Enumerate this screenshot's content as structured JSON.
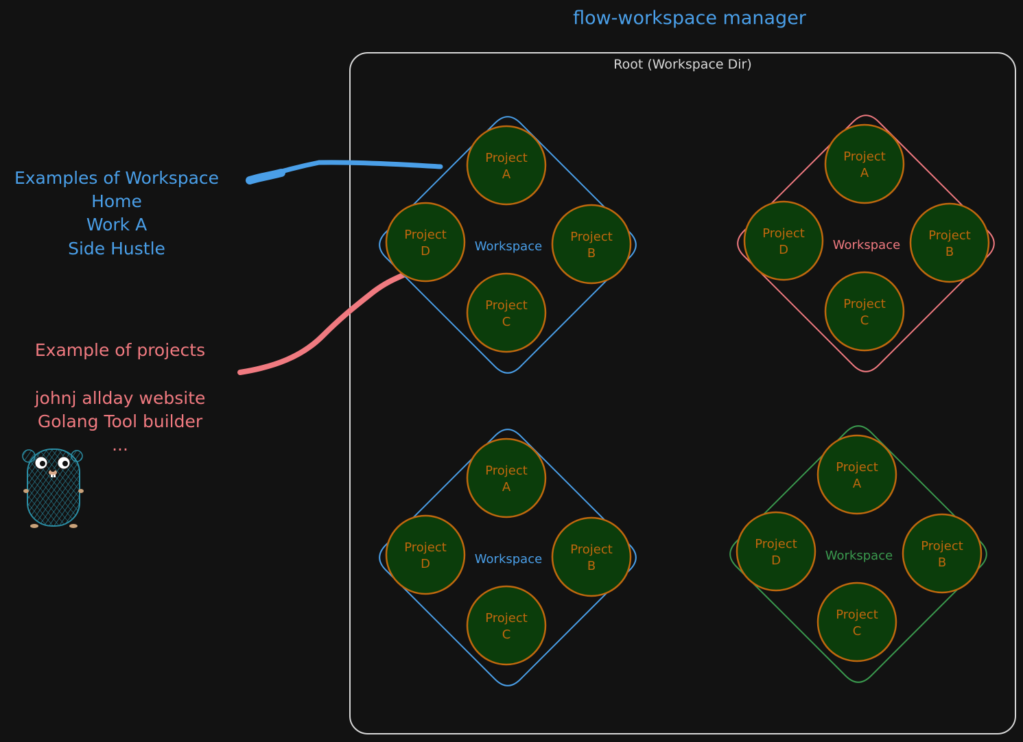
{
  "title": "flow-workspace manager",
  "root_label": "Root (Workspace Dir)",
  "workspace_note": {
    "heading": "Examples of Workspace",
    "items": [
      "Home",
      "Work A",
      "Side Hustle"
    ]
  },
  "project_note": {
    "heading": "Example of projects",
    "items": [
      "johnj allday website",
      "Golang Tool builder",
      "..."
    ]
  },
  "workspaces": [
    {
      "label": "Workspace",
      "color": "#4a9fe8",
      "projects": [
        {
          "word": "Project",
          "letter": "A"
        },
        {
          "word": "Project",
          "letter": "B"
        },
        {
          "word": "Project",
          "letter": "C"
        },
        {
          "word": "Project",
          "letter": "D"
        }
      ]
    },
    {
      "label": "Workspace",
      "color": "#f07a80",
      "projects": [
        {
          "word": "Project",
          "letter": "A"
        },
        {
          "word": "Project",
          "letter": "B"
        },
        {
          "word": "Project",
          "letter": "C"
        },
        {
          "word": "Project",
          "letter": "D"
        }
      ]
    },
    {
      "label": "Workspace",
      "color": "#4a9fe8",
      "projects": [
        {
          "word": "Project",
          "letter": "A"
        },
        {
          "word": "Project",
          "letter": "B"
        },
        {
          "word": "Project",
          "letter": "C"
        },
        {
          "word": "Project",
          "letter": "D"
        }
      ]
    },
    {
      "label": "Workspace",
      "color": "#3a9a4e",
      "projects": [
        {
          "word": "Project",
          "letter": "A"
        },
        {
          "word": "Project",
          "letter": "B"
        },
        {
          "word": "Project",
          "letter": "C"
        },
        {
          "word": "Project",
          "letter": "D"
        }
      ]
    }
  ],
  "colors": {
    "background": "#121212",
    "title": "#4a9fe8",
    "root_border": "#d8d8d8",
    "workspace_note": "#4a9fe8",
    "project_note": "#f07a80",
    "project_fill": "#0b3d0b",
    "project_stroke": "#c0680e",
    "project_text": "#c0680e",
    "gopher": "#2b8fa6"
  },
  "icons": {
    "mascot": "gopher-mascot-icon"
  }
}
